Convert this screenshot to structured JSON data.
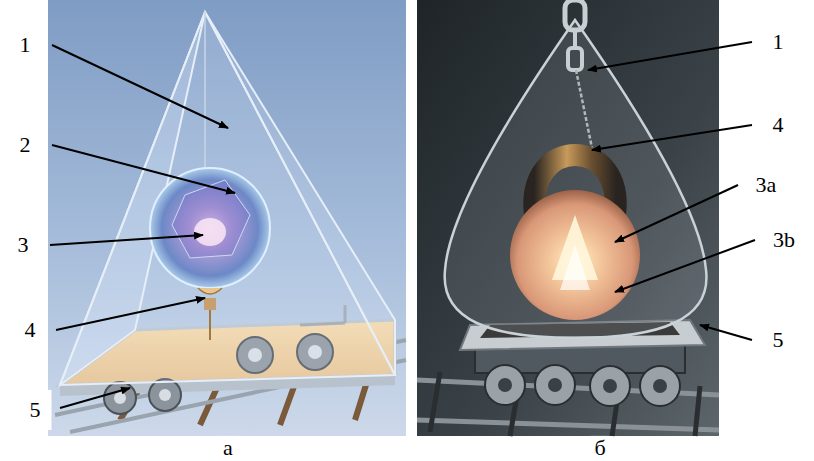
{
  "diagram": {
    "labels": [
      "1",
      "2",
      "3",
      "4",
      "5",
      "а",
      "1",
      "4",
      "3a",
      "3b",
      "5",
      "б"
    ]
  }
}
